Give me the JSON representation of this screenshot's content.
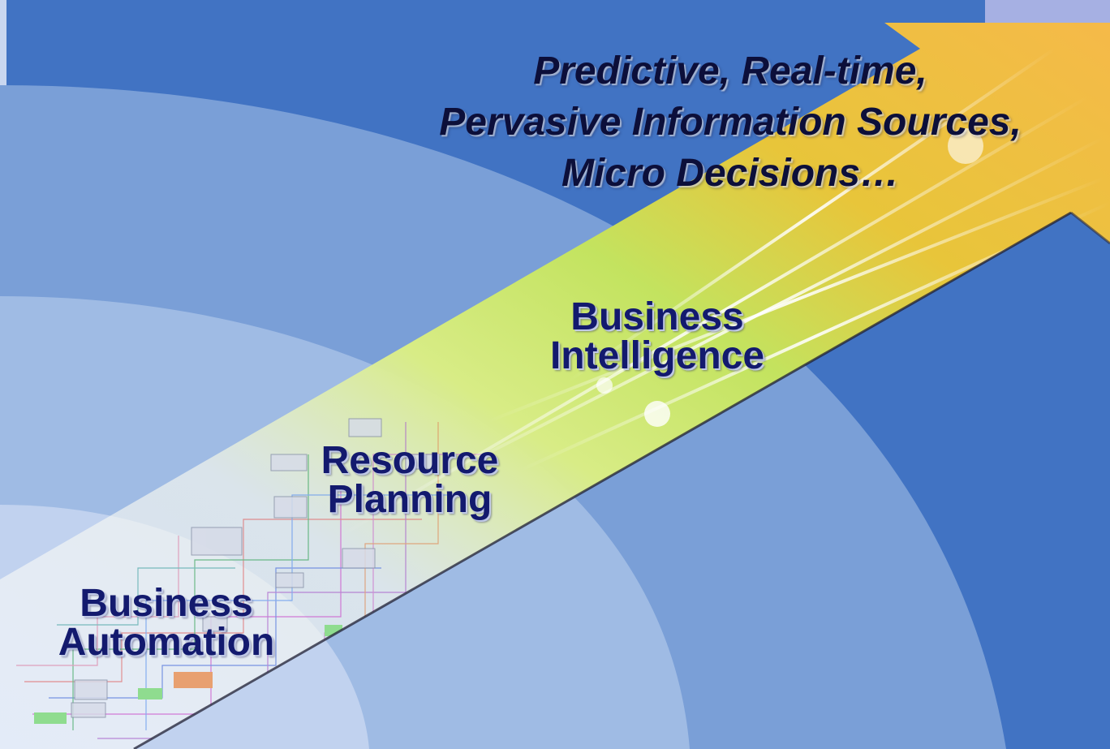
{
  "headline": {
    "line1": "Predictive, Real-time,",
    "line2": "Pervasive Information Sources,",
    "line3": "Micro Decisions…"
  },
  "stages": {
    "intelligence": {
      "line1": "Business",
      "line2": "Intelligence"
    },
    "planning": {
      "line1": "Resource",
      "line2": "Planning"
    },
    "automation": {
      "line1": "Business",
      "line2": "Automation"
    }
  },
  "colors": {
    "sky_blue": "#4173c3",
    "arc_1": "#7a9fd7",
    "arc_2": "#9fbbe4",
    "arc_3": "#c1d2ef",
    "arrow_gold": "#f0c43a",
    "arrow_green": "#c7e46a",
    "label_navy": "#131a6e"
  }
}
